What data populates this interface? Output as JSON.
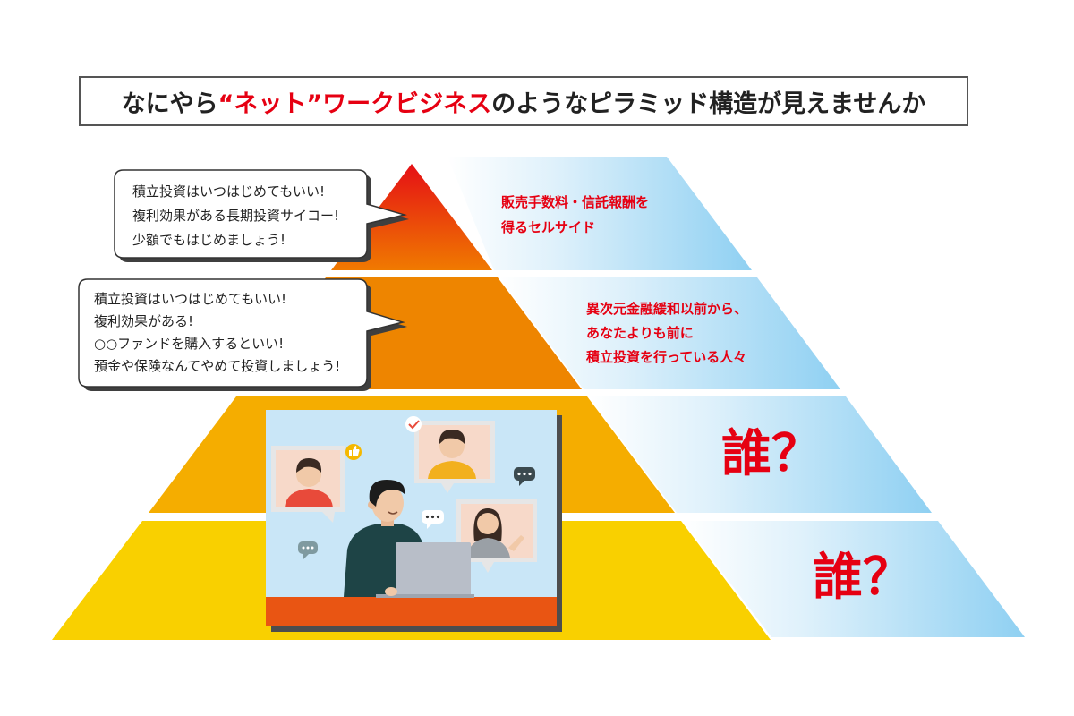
{
  "title": {
    "prefix": "なにやら",
    "highlight": "“ネット”ワークビジネス",
    "suffix": "のようなピラミッド構造が見えませんか"
  },
  "colors": {
    "accent_red": "#e60012",
    "layer1_top": "#e50f15",
    "layer1_bottom": "#f07a00",
    "layer2": "#ee8500",
    "layer3": "#f5ad00",
    "layer4": "#f9d000",
    "band_blue": "#8fd0f2",
    "illustration_bg": "#c9e6f7",
    "desk": "#e95513"
  },
  "bubbles": [
    {
      "lines": [
        "積立投資はいつはじめてもいい!",
        "複利効果がある長期投資サイコー!",
        "少額でもはじめましょう!"
      ]
    },
    {
      "lines": [
        "積立投資はいつはじめてもいい!",
        "複利効果がある!",
        "○○ファンドを購入するといい!",
        "預金や保険なんてやめて投資しましょう!"
      ]
    }
  ],
  "layers": [
    {
      "lines": [
        "販売手数料・信託報酬を",
        "得るセルサイド"
      ]
    },
    {
      "lines": [
        "異次元金融緩和以前から、",
        "あなたよりも前に",
        "積立投資を行っている人々"
      ]
    },
    {
      "label": "誰？"
    },
    {
      "label": "誰？"
    }
  ],
  "illustration": {
    "icons": [
      "thumbs-up-icon",
      "check-icon",
      "chat-bubble-icon",
      "video-call-window-icon",
      "laptop-icon"
    ]
  }
}
